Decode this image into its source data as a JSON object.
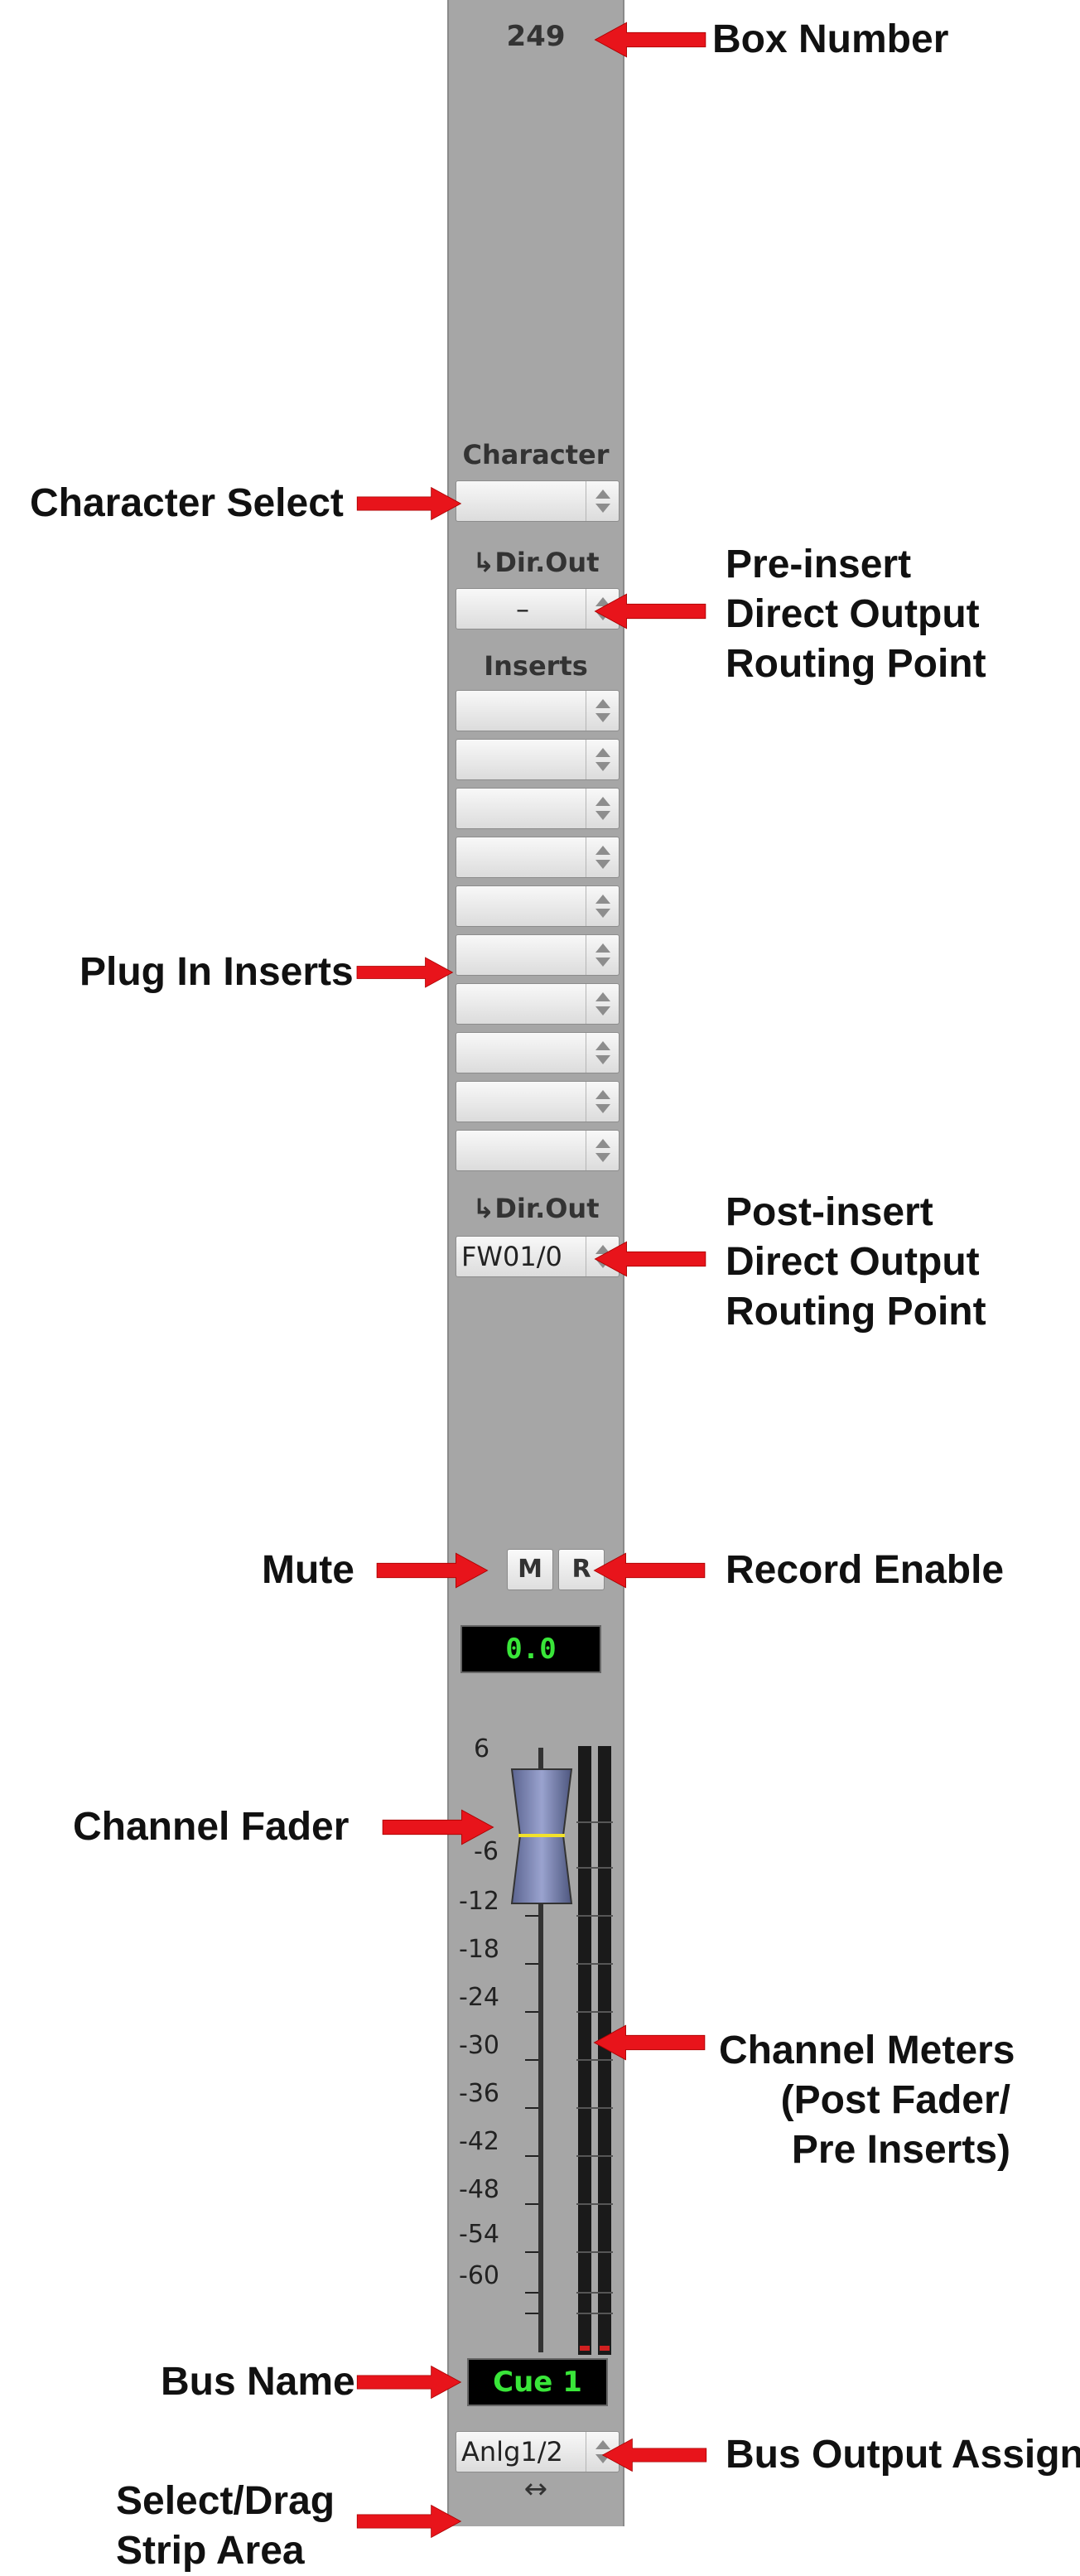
{
  "strip": {
    "box_number": "249",
    "character_label": "Character",
    "character_value": "",
    "pre_dir_out_label": "↳Dir.Out",
    "pre_dir_out_value": "–",
    "inserts_label": "Inserts",
    "inserts": [
      "",
      "",
      "",
      "",
      "",
      "",
      "",
      "",
      "",
      ""
    ],
    "post_dir_out_label": "↳Dir.Out",
    "post_dir_out_value": "FW01/0",
    "mute_label": "M",
    "record_label": "R",
    "gain_value": "0.0",
    "fader_scale": [
      "6",
      "-6",
      "-12",
      "-18",
      "-24",
      "-30",
      "-36",
      "-42",
      "-48",
      "-54",
      "-60"
    ],
    "bus_name": "Cue 1",
    "bus_output": "Anlg1/2",
    "drag_glyph": "↔"
  },
  "callouts": {
    "box_number": "Box Number",
    "character_select": "Character Select",
    "pre_insert": [
      "Pre-insert",
      "Direct Output",
      "Routing Point"
    ],
    "plug_in_inserts": "Plug In Inserts",
    "post_insert": [
      "Post-insert",
      "Direct Output",
      "Routing Point"
    ],
    "mute": "Mute",
    "record_enable": "Record Enable",
    "channel_fader": "Channel Fader",
    "channel_meters": [
      "Channel Meters",
      "(Post Fader/",
      "Pre Inserts)"
    ],
    "bus_name": "Bus Name",
    "bus_output_assign": "Bus Output Assign",
    "select_drag": [
      "Select/Drag",
      "Strip Area"
    ]
  },
  "colors": {
    "strip_bg": "#a6a6a6",
    "display_green": "#39e639",
    "arrow_red": "#e8141b"
  }
}
